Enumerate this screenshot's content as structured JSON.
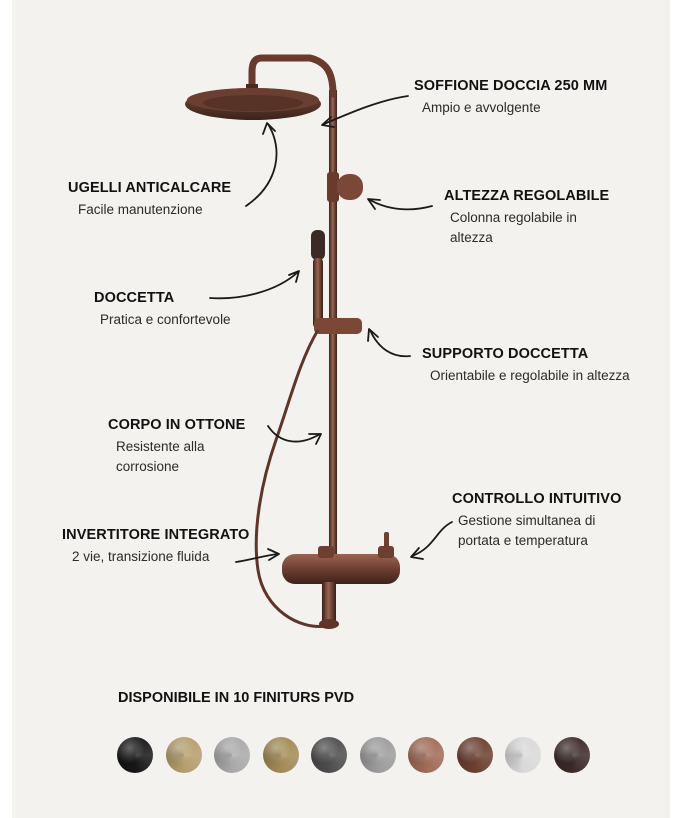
{
  "features": [
    {
      "id": "soffione",
      "title": "SOFFIONE DOCCIA 250 MM",
      "desc": "Ampio e avvolgente"
    },
    {
      "id": "ugelli",
      "title": "UGELLI ANTICALCARE",
      "desc": "Facile manutenzione"
    },
    {
      "id": "altezza",
      "title": "ALTEZZA REGOLABILE",
      "desc": "Colonna regolabile in altezza"
    },
    {
      "id": "doccetta",
      "title": "DOCCETTA",
      "desc": "Pratica e confortevole"
    },
    {
      "id": "supporto",
      "title": "SUPPORTO DOCCETTA",
      "desc": "Orientabile e regolabile in altezza"
    },
    {
      "id": "corpo",
      "title": "CORPO IN OTTONE",
      "desc": "Resistente alla corrosione"
    },
    {
      "id": "controllo",
      "title": "CONTROLLO INTUITIVO",
      "desc": "Gestione simultanea di portata e temperatura"
    },
    {
      "id": "invertitore",
      "title": "INVERTITORE INTEGRATO",
      "desc": "2 vie, transizione fluida"
    }
  ],
  "finishes": {
    "title": "DISPONIBILE IN 10 FINITURS PVD",
    "swatch_colors": [
      "#161616",
      "#b59d6c",
      "#a9a9a9",
      "#a38a55",
      "#4d4d4d",
      "#9c9c9c",
      "#a06a56",
      "#6b3f2f",
      "#d9d9d9",
      "#3a2a27"
    ]
  },
  "colors": {
    "bronze": "#5c3428",
    "panel": "#f3f2ee",
    "arrow": "#1a1a1a"
  }
}
